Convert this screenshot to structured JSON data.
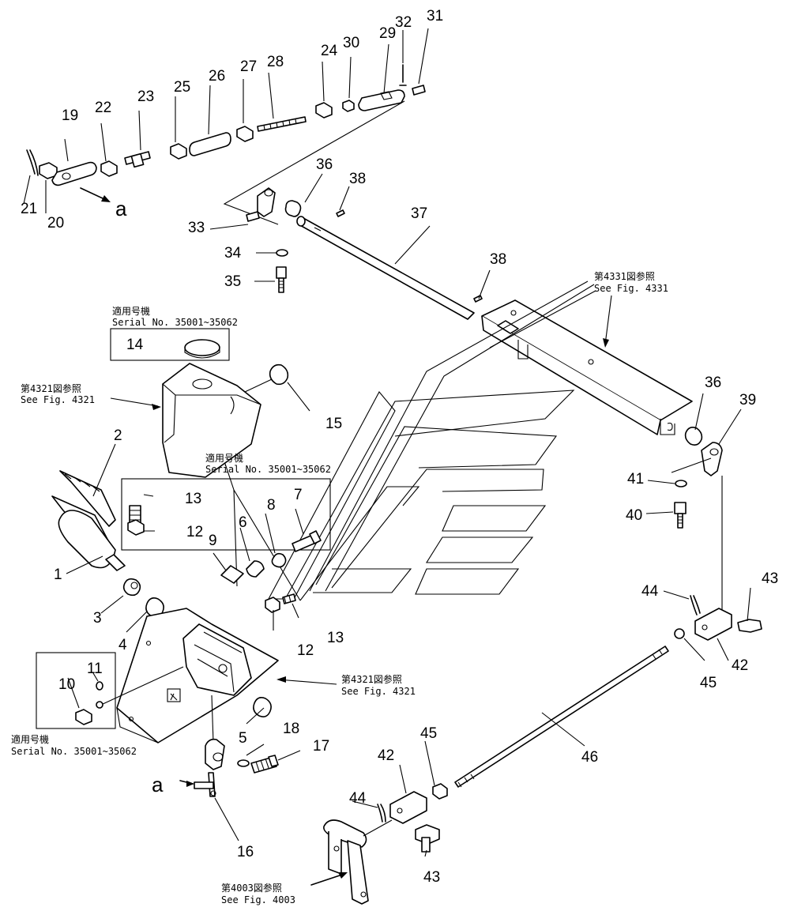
{
  "part_numbers": [
    "1",
    "2",
    "3",
    "4",
    "5",
    "6",
    "7",
    "8",
    "9",
    "10",
    "11",
    "12",
    "12",
    "13",
    "13",
    "14",
    "15",
    "16",
    "17",
    "18",
    "19",
    "20",
    "21",
    "22",
    "23",
    "24",
    "25",
    "26",
    "27",
    "28",
    "29",
    "30",
    "31",
    "32",
    "33",
    "34",
    "35",
    "36",
    "36",
    "37",
    "38",
    "38",
    "39",
    "40",
    "41",
    "42",
    "42",
    "43",
    "43",
    "44",
    "44",
    "45",
    "45",
    "46"
  ],
  "view_marker": "a",
  "refs": {
    "fig4331_jp": "第4331図参照",
    "fig4331_en": "See Fig. 4331",
    "fig4321_jp": "第4321図参照",
    "fig4321_en": "See Fig. 4321",
    "fig4003_jp": "第4003図参照",
    "fig4003_en": "See Fig. 4003",
    "serial_jp": "適用号機",
    "serial_en": "Serial No. 35001~35062"
  }
}
